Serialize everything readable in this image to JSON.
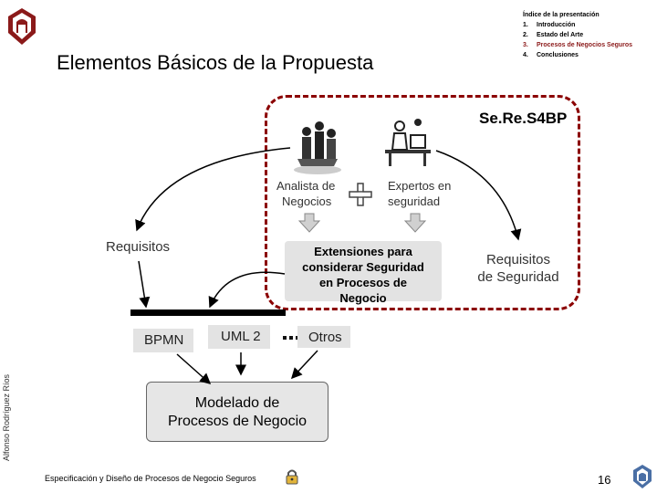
{
  "slide": {
    "title": "Elementos Básicos de la Propuesta",
    "author": "Alfonso Rodríguez Ríos",
    "footer": "Especificación y Diseño de Procesos de Negocio Seguros",
    "page_number": "16"
  },
  "toc": {
    "heading": "Índice de la presentación",
    "items": [
      {
        "num": "1.",
        "label": "Introducción"
      },
      {
        "num": "2.",
        "label": "Estado del Arte"
      },
      {
        "num": "3.",
        "label": "Procesos de Negocios Seguros"
      },
      {
        "num": "4.",
        "label": "Conclusiones"
      }
    ],
    "active_color": "#8b1a1a"
  },
  "diagram": {
    "group_label": "Se.Re.S4BP",
    "analista": [
      "Analista de",
      "Negocios"
    ],
    "expertos": [
      "Expertos en",
      "seguridad"
    ],
    "requisitos": "Requisitos",
    "extensiones": [
      "Extensiones para",
      "considerar Seguridad",
      "en Procesos de",
      "Negocio"
    ],
    "requisitos_seguridad": [
      "Requisitos",
      "de Seguridad"
    ],
    "languages": {
      "bpmn": "BPMN",
      "uml": "UML 2",
      "otros": "Otros"
    },
    "modelado": [
      "Modelado de",
      "Procesos de Negocio"
    ],
    "group_border_color": "#8b0000"
  }
}
